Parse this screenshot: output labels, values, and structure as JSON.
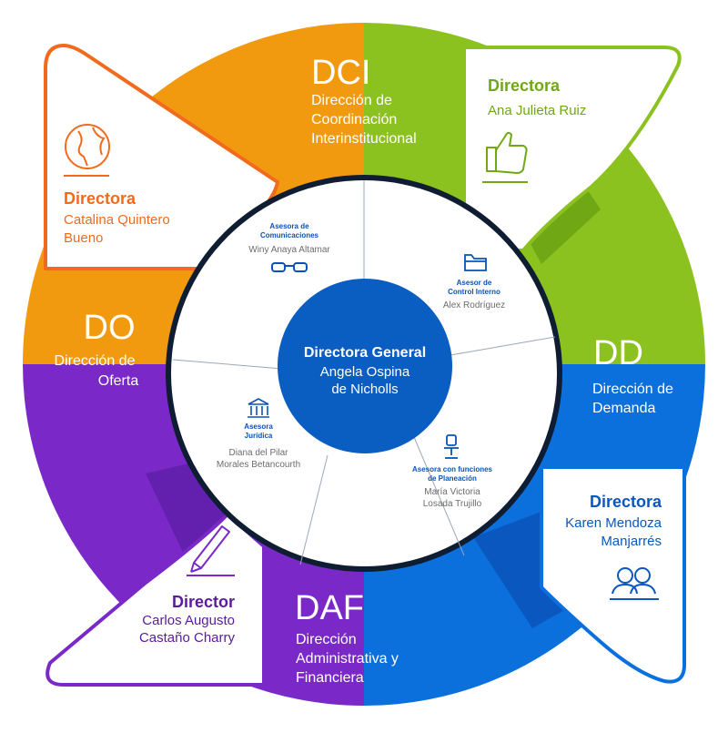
{
  "colors": {
    "dci_green": "#8cc21f",
    "dd_blue": "#0b6fdc",
    "daf_purple": "#7a29c8",
    "do_orange": "#f29a0f",
    "do_title_orange": "#f26a1b",
    "center_blue": "#0a5ec2",
    "ring_navy": "#0f1d33"
  },
  "center": {
    "role": "Directora General",
    "name_line1": "Angela Ospina",
    "name_line2": "de Nicholls"
  },
  "directions": {
    "dci": {
      "abbr": "DCI",
      "line1": "Dirección de",
      "line2": "Coordinación",
      "line3": "Interinstitucional"
    },
    "dd": {
      "abbr": "DD",
      "line1": "Dirección de",
      "line2": "Demanda"
    },
    "daf": {
      "abbr": "DAF",
      "line1": "Dirección",
      "line2": "Administrativa y",
      "line3": "Financiera"
    },
    "do": {
      "abbr": "DO",
      "line1": "Dirección de",
      "line2": "Oferta"
    }
  },
  "directors": {
    "top_left": {
      "role": "Directora",
      "name_line1": "Catalina Quintero",
      "name_line2": "Bueno",
      "icon": "globe-americas-icon"
    },
    "top_right": {
      "role": "Directora",
      "name_line1": "Ana Julieta Ruiz",
      "icon": "thumbs-up-icon"
    },
    "bottom_right": {
      "role": "Directora",
      "name_line1": "Karen Mendoza",
      "name_line2": "Manjarrés",
      "icon": "people-icon"
    },
    "bottom_left": {
      "role": "Director",
      "name_line1": "Carlos Augusto",
      "name_line2": "Castaño Charry",
      "icon": "pencil-icon"
    }
  },
  "advisors": {
    "comunicaciones": {
      "role_line1": "Asesora de",
      "role_line2": "Comunicaciones",
      "name_line1": "Winy Anaya Altamar",
      "icon": "glasses-icon"
    },
    "control": {
      "role_line1": "Asesor de",
      "role_line2": "Control Interno",
      "name_line1": "Alex Rodríguez",
      "icon": "folder-icon"
    },
    "planeacion": {
      "role_line1": "Asesora con funciones",
      "role_line2": "de Planeación",
      "name_line1": "María Victoria",
      "name_line2": "Losada Trujillo",
      "icon": "office-chair-icon"
    },
    "juridica": {
      "role_line1": "Asesora",
      "role_line2": "Jurídica",
      "name_line1": "Diana del Pilar",
      "name_line2": "Morales Betancourth",
      "icon": "courthouse-icon"
    }
  }
}
